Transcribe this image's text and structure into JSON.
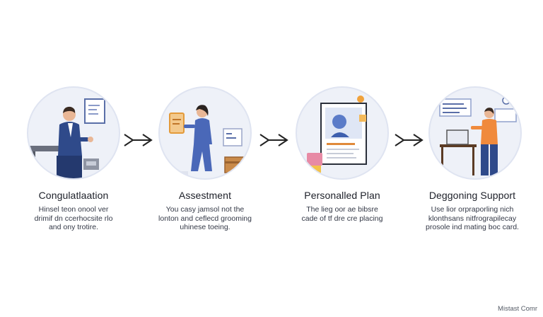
{
  "steps": [
    {
      "title": "Congulatlaation",
      "desc": [
        "Hinsel teon onool ver",
        "drimif dn ccerhocsite rlo",
        "and ony trotire."
      ]
    },
    {
      "title": "Assestment",
      "desc": [
        "You casy jamsol not the",
        "lonton and ceflecd grooming",
        "uhinese toeing."
      ]
    },
    {
      "title": "Personalled Plan",
      "desc": [
        "The lieg oor ae bibsre",
        "cade of tf dre cre placing"
      ]
    },
    {
      "title": "Deggoning Support",
      "desc": [
        "Use lior orpraporling nich",
        "klonthsans nitfrograpilecay",
        "prosole ind mating boc card."
      ]
    }
  ],
  "watermark": "Mistast Comr",
  "icons": {
    "arrow": "double-chevron-arrow-icon"
  },
  "colors": {
    "navy": "#2f4a8a",
    "circle_bg": "#eef1f8",
    "accent_orange": "#f08a3c",
    "skin": "#e9b796"
  }
}
